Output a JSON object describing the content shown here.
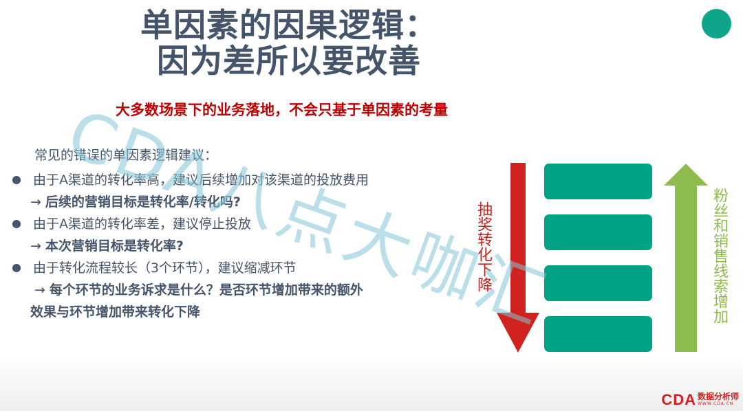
{
  "slide": {
    "title_line1": "单因素的因果逻辑：",
    "title_line2": "因为差所以要改善",
    "subtitle": "大多数场景下的业务落地，不会只基于单因素的考量",
    "watermark": "CDA八点大咖汇",
    "accent_dot_color": "#0ea58a"
  },
  "content": {
    "intro": "常见的错误的单因素逻辑建议：",
    "items": [
      {
        "statement": "由于A渠道的转化率高，建议后续增加对该渠道的投放费用",
        "arrow": "→",
        "question": "后续的营销目标是转化率/转化吗?"
      },
      {
        "statement": "由于A渠道的转化率差，建议停止投放",
        "arrow": "→",
        "question": "本次营销目标是转化率?"
      },
      {
        "statement": "由于转化流程较长（3个环节），建议缩减环节",
        "arrow": "→",
        "question": "每个环节的业务诉求是什么？是否环节增加带来的额外",
        "question_cont": "效果与环节增加带来转化下降"
      }
    ]
  },
  "diagram": {
    "down_arrow_label": "抽奖转化下降",
    "down_arrow_color": "#d0221e",
    "up_arrow_label": "粉丝和销售线索增加",
    "up_arrow_color": "#8fbc4e",
    "stage_box_color": "#00a383",
    "stage_count": 4
  },
  "logo": {
    "brand": "CDA",
    "cn_name": "数据分析师",
    "url": "WWW.CDA.CN"
  }
}
